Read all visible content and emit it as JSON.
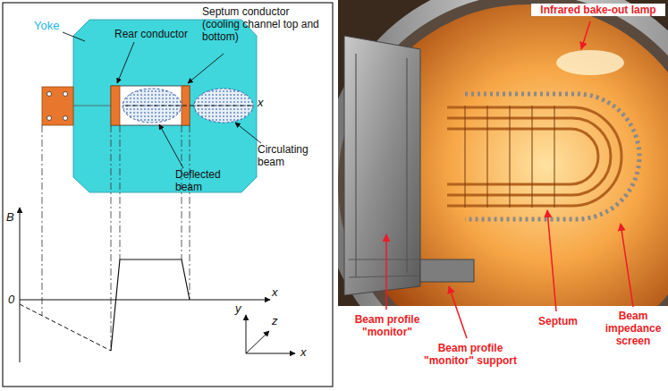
{
  "diagram": {
    "labels": [
      "Yoke",
      "Rear conductor",
      "Septum conductor (cooling channel top and bottom)",
      "x",
      "Circulating beam",
      "Deflected beam",
      "B",
      "0",
      "x",
      "y",
      "z",
      "x",
      "Infrared bake-out lamp",
      "Beam profile \"monitor\"",
      "Beam profile \"monitor\" support",
      "Septum",
      "Beam impedance screen"
    ]
  }
}
